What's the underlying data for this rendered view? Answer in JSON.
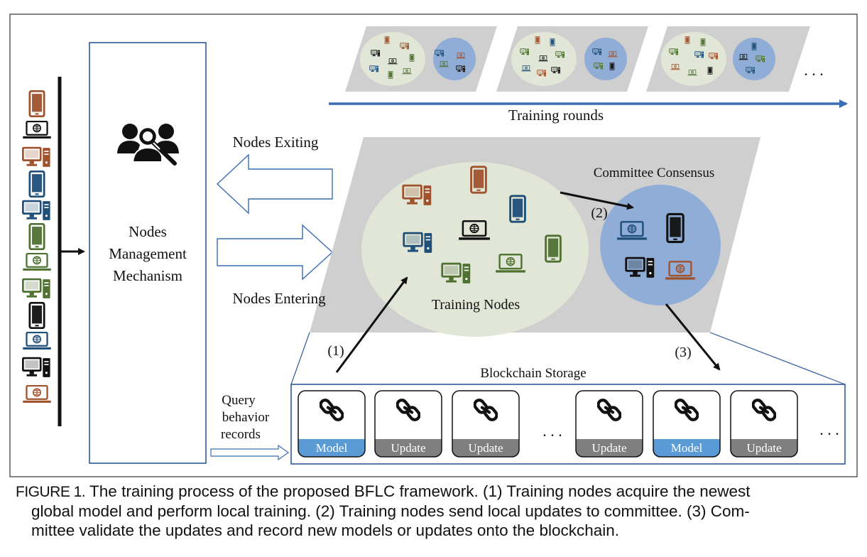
{
  "labels": {
    "nodes_management": [
      "Nodes",
      "Management",
      "Mechanism"
    ],
    "nodes_exiting": "Nodes Exiting",
    "nodes_entering": "Nodes Entering",
    "query": [
      "Query",
      "behavior",
      "records"
    ],
    "training_rounds": "Training rounds",
    "committee_consensus": "Committee Consensus",
    "training_nodes": "Training Nodes",
    "blockchain_storage": "Blockchain Storage",
    "step1": "(1)",
    "step2": "(2)",
    "step3": "(3)",
    "ellipsis": ". . ."
  },
  "blocks": [
    {
      "label": "Model",
      "kind": "model"
    },
    {
      "label": "Update",
      "kind": "update"
    },
    {
      "label": "Update",
      "kind": "update"
    },
    {
      "label": "Update",
      "kind": "update"
    },
    {
      "label": "Model",
      "kind": "model"
    },
    {
      "label": "Update",
      "kind": "update"
    }
  ],
  "colors": {
    "orange": "#a0522d",
    "blue": "#1f4e79",
    "green": "#4f7132",
    "black": "#111111",
    "panel_gray": "#cfcfcf",
    "training_circle": "#e1e6d6",
    "committee_circle": "#8fadd6",
    "border_blue": "#2e5a9b",
    "model_fill": "#5b9bd5",
    "update_fill": "#7f7f7f",
    "arrow_blue": "#3a6db5"
  },
  "caption": {
    "figure_label": "FIGURE 1.",
    "line1": "The training process of the proposed BFLC framework. (1) Training nodes acquire the newest",
    "line2": "global model and perform local training. (2) Training nodes send local updates to committee. (3) Com-",
    "line3": "mittee validate the updates and record new models or updates onto the blockchain."
  }
}
